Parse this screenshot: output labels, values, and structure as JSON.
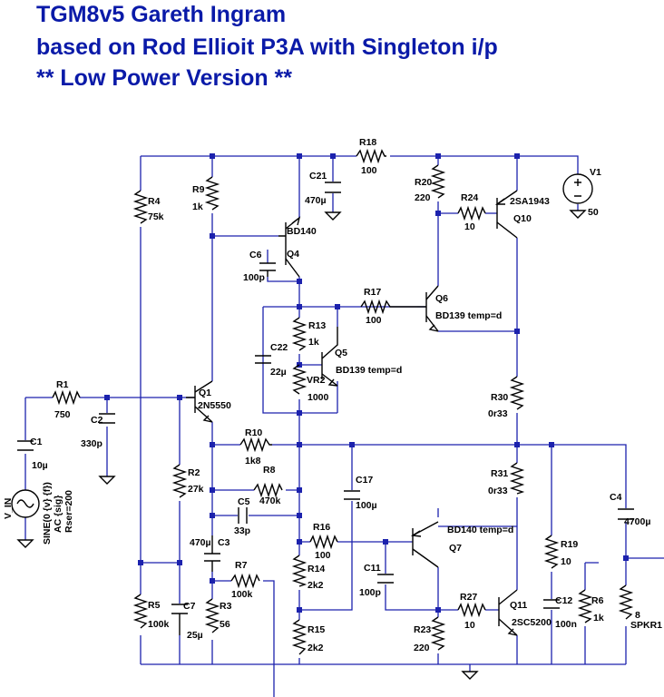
{
  "title": {
    "line1": "TGM8v5    Gareth Ingram",
    "line2": "based on Rod Ellioit P3A with Singleton i/p",
    "line3": "** Low Power Version **"
  },
  "components": {
    "R18": {
      "ref": "R18",
      "value": "100"
    },
    "C21": {
      "ref": "C21",
      "value": "470µ"
    },
    "V1": {
      "ref": "V1",
      "value": "50"
    },
    "R4": {
      "ref": "R4",
      "value": "75k"
    },
    "R9": {
      "ref": "R9",
      "value": "1k"
    },
    "Q4": {
      "ref": "Q4",
      "model": "BD140"
    },
    "C6": {
      "ref": "C6",
      "value": "100p"
    },
    "R20": {
      "ref": "R20",
      "value": "220"
    },
    "R24": {
      "ref": "R24",
      "value": "10"
    },
    "Q10": {
      "ref": "Q10",
      "model": "2SA1943"
    },
    "R17": {
      "ref": "R17",
      "value": "100"
    },
    "Q6": {
      "ref": "Q6",
      "model": "BD139 temp=d"
    },
    "R13": {
      "ref": "R13",
      "value": "1k"
    },
    "C22": {
      "ref": "C22",
      "value": "22µ"
    },
    "Q5": {
      "ref": "Q5",
      "model": "BD139 temp=d"
    },
    "VR2": {
      "ref": "VR2",
      "value": "1000"
    },
    "R1": {
      "ref": "R1",
      "value": "750"
    },
    "C2": {
      "ref": "C2",
      "value": "330p"
    },
    "Q1": {
      "ref": "Q1",
      "model": "2N5550"
    },
    "R30": {
      "ref": "R30",
      "value": "0r33"
    },
    "C1": {
      "ref": "C1",
      "value": "10µ"
    },
    "R10": {
      "ref": "R10",
      "value": "1k8"
    },
    "R2": {
      "ref": "R2",
      "value": "27k"
    },
    "R8": {
      "ref": "R8",
      "value": "470k"
    },
    "C17": {
      "ref": "C17",
      "value": "100µ"
    },
    "R31": {
      "ref": "R31",
      "value": "0r33"
    },
    "C4": {
      "ref": "C4",
      "value": "4700µ"
    },
    "C5": {
      "ref": "C5",
      "value": "33p"
    },
    "R16": {
      "ref": "R16",
      "value": "100"
    },
    "Q7": {
      "ref": "Q7",
      "model": "BD140 temp=d"
    },
    "C3": {
      "ref": "C3",
      "value": "470µ"
    },
    "R19": {
      "ref": "R19",
      "value": "10"
    },
    "R7": {
      "ref": "R7",
      "value": "100k"
    },
    "R14": {
      "ref": "R14",
      "value": "2k2"
    },
    "C11": {
      "ref": "C11",
      "value": "100p"
    },
    "R27": {
      "ref": "R27",
      "value": "10"
    },
    "Q11": {
      "ref": "Q11",
      "model": "2SC5200"
    },
    "C12": {
      "ref": "C12",
      "value": "100n"
    },
    "R6": {
      "ref": "R6",
      "value": "1k"
    },
    "SPKR1": {
      "ref": "SPKR1",
      "value": "8"
    },
    "R5": {
      "ref": "R5",
      "value": "100k"
    },
    "C7": {
      "ref": "C7",
      "value": "25µ"
    },
    "R3": {
      "ref": "R3",
      "value": "56"
    },
    "R15": {
      "ref": "R15",
      "value": "2k2"
    },
    "R23": {
      "ref": "R23",
      "value": "220"
    },
    "V_IN": {
      "ref": "V_IN",
      "line1": "SINE(0 {v} {f})",
      "line2": "AC {sig}",
      "line3": "Rser=200"
    }
  },
  "colors": {
    "title": "#0a1aa8",
    "wire": "#1c22ad",
    "component": "#000000"
  }
}
